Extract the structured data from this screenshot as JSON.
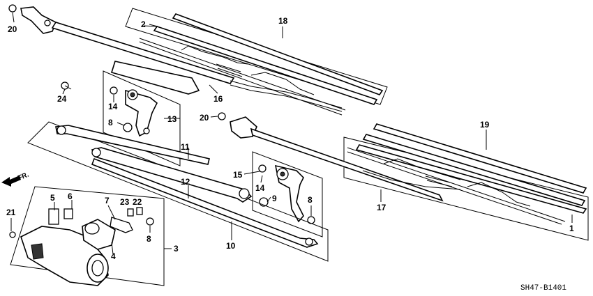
{
  "callouts": {
    "c1": "1",
    "c2": "2",
    "c3": "3",
    "c4": "4",
    "c5": "5",
    "c6": "6",
    "c7": "7",
    "c8a": "8",
    "c8b": "8",
    "c8c": "8",
    "c9": "9",
    "c10": "10",
    "c11": "11",
    "c12": "12",
    "c13": "13",
    "c14a": "14",
    "c14b": "14",
    "c15": "15",
    "c16": "16",
    "c17": "17",
    "c18": "18",
    "c19": "19",
    "c20a": "20",
    "c20b": "20",
    "c21": "21",
    "c22": "22",
    "c23": "23",
    "c24": "24"
  },
  "direction": "FR.",
  "diagram_code": "SH47-B1401"
}
